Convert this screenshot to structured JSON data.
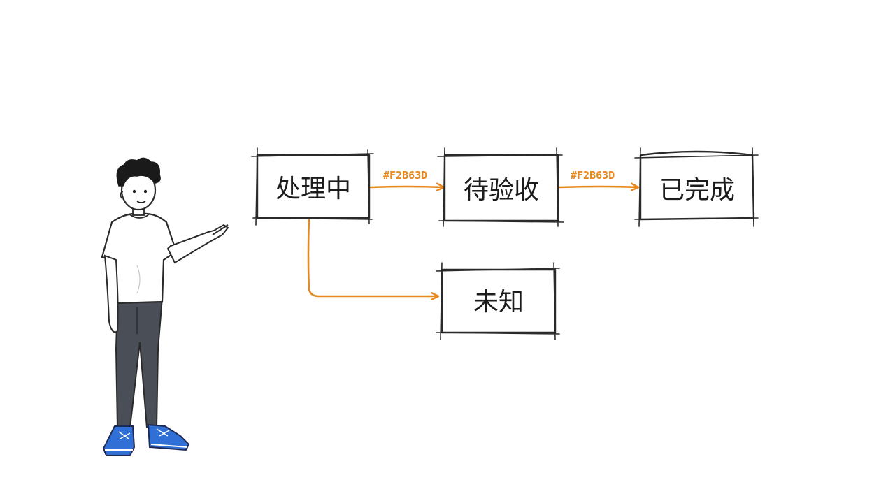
{
  "diagram": {
    "nodes": [
      {
        "id": "processing",
        "label": "处理中"
      },
      {
        "id": "pending_acceptance",
        "label": "待验收"
      },
      {
        "id": "completed",
        "label": "已完成"
      },
      {
        "id": "unknown",
        "label": "未知"
      }
    ],
    "edges": [
      {
        "from": "processing",
        "to": "pending_acceptance",
        "label": "#F2B63D"
      },
      {
        "from": "pending_acceptance",
        "to": "completed",
        "label": "#F2B63D"
      },
      {
        "from": "processing",
        "to": "unknown",
        "label": ""
      }
    ]
  },
  "colors": {
    "arrow": "#e8891f",
    "box_stroke": "#2a2a2a",
    "shirt": "#ffffff",
    "pants": "#4a4f57",
    "shoes": "#2f6fd6",
    "hair": "#1a1a1a"
  },
  "illustration": {
    "icon": "person-pointing-icon"
  }
}
